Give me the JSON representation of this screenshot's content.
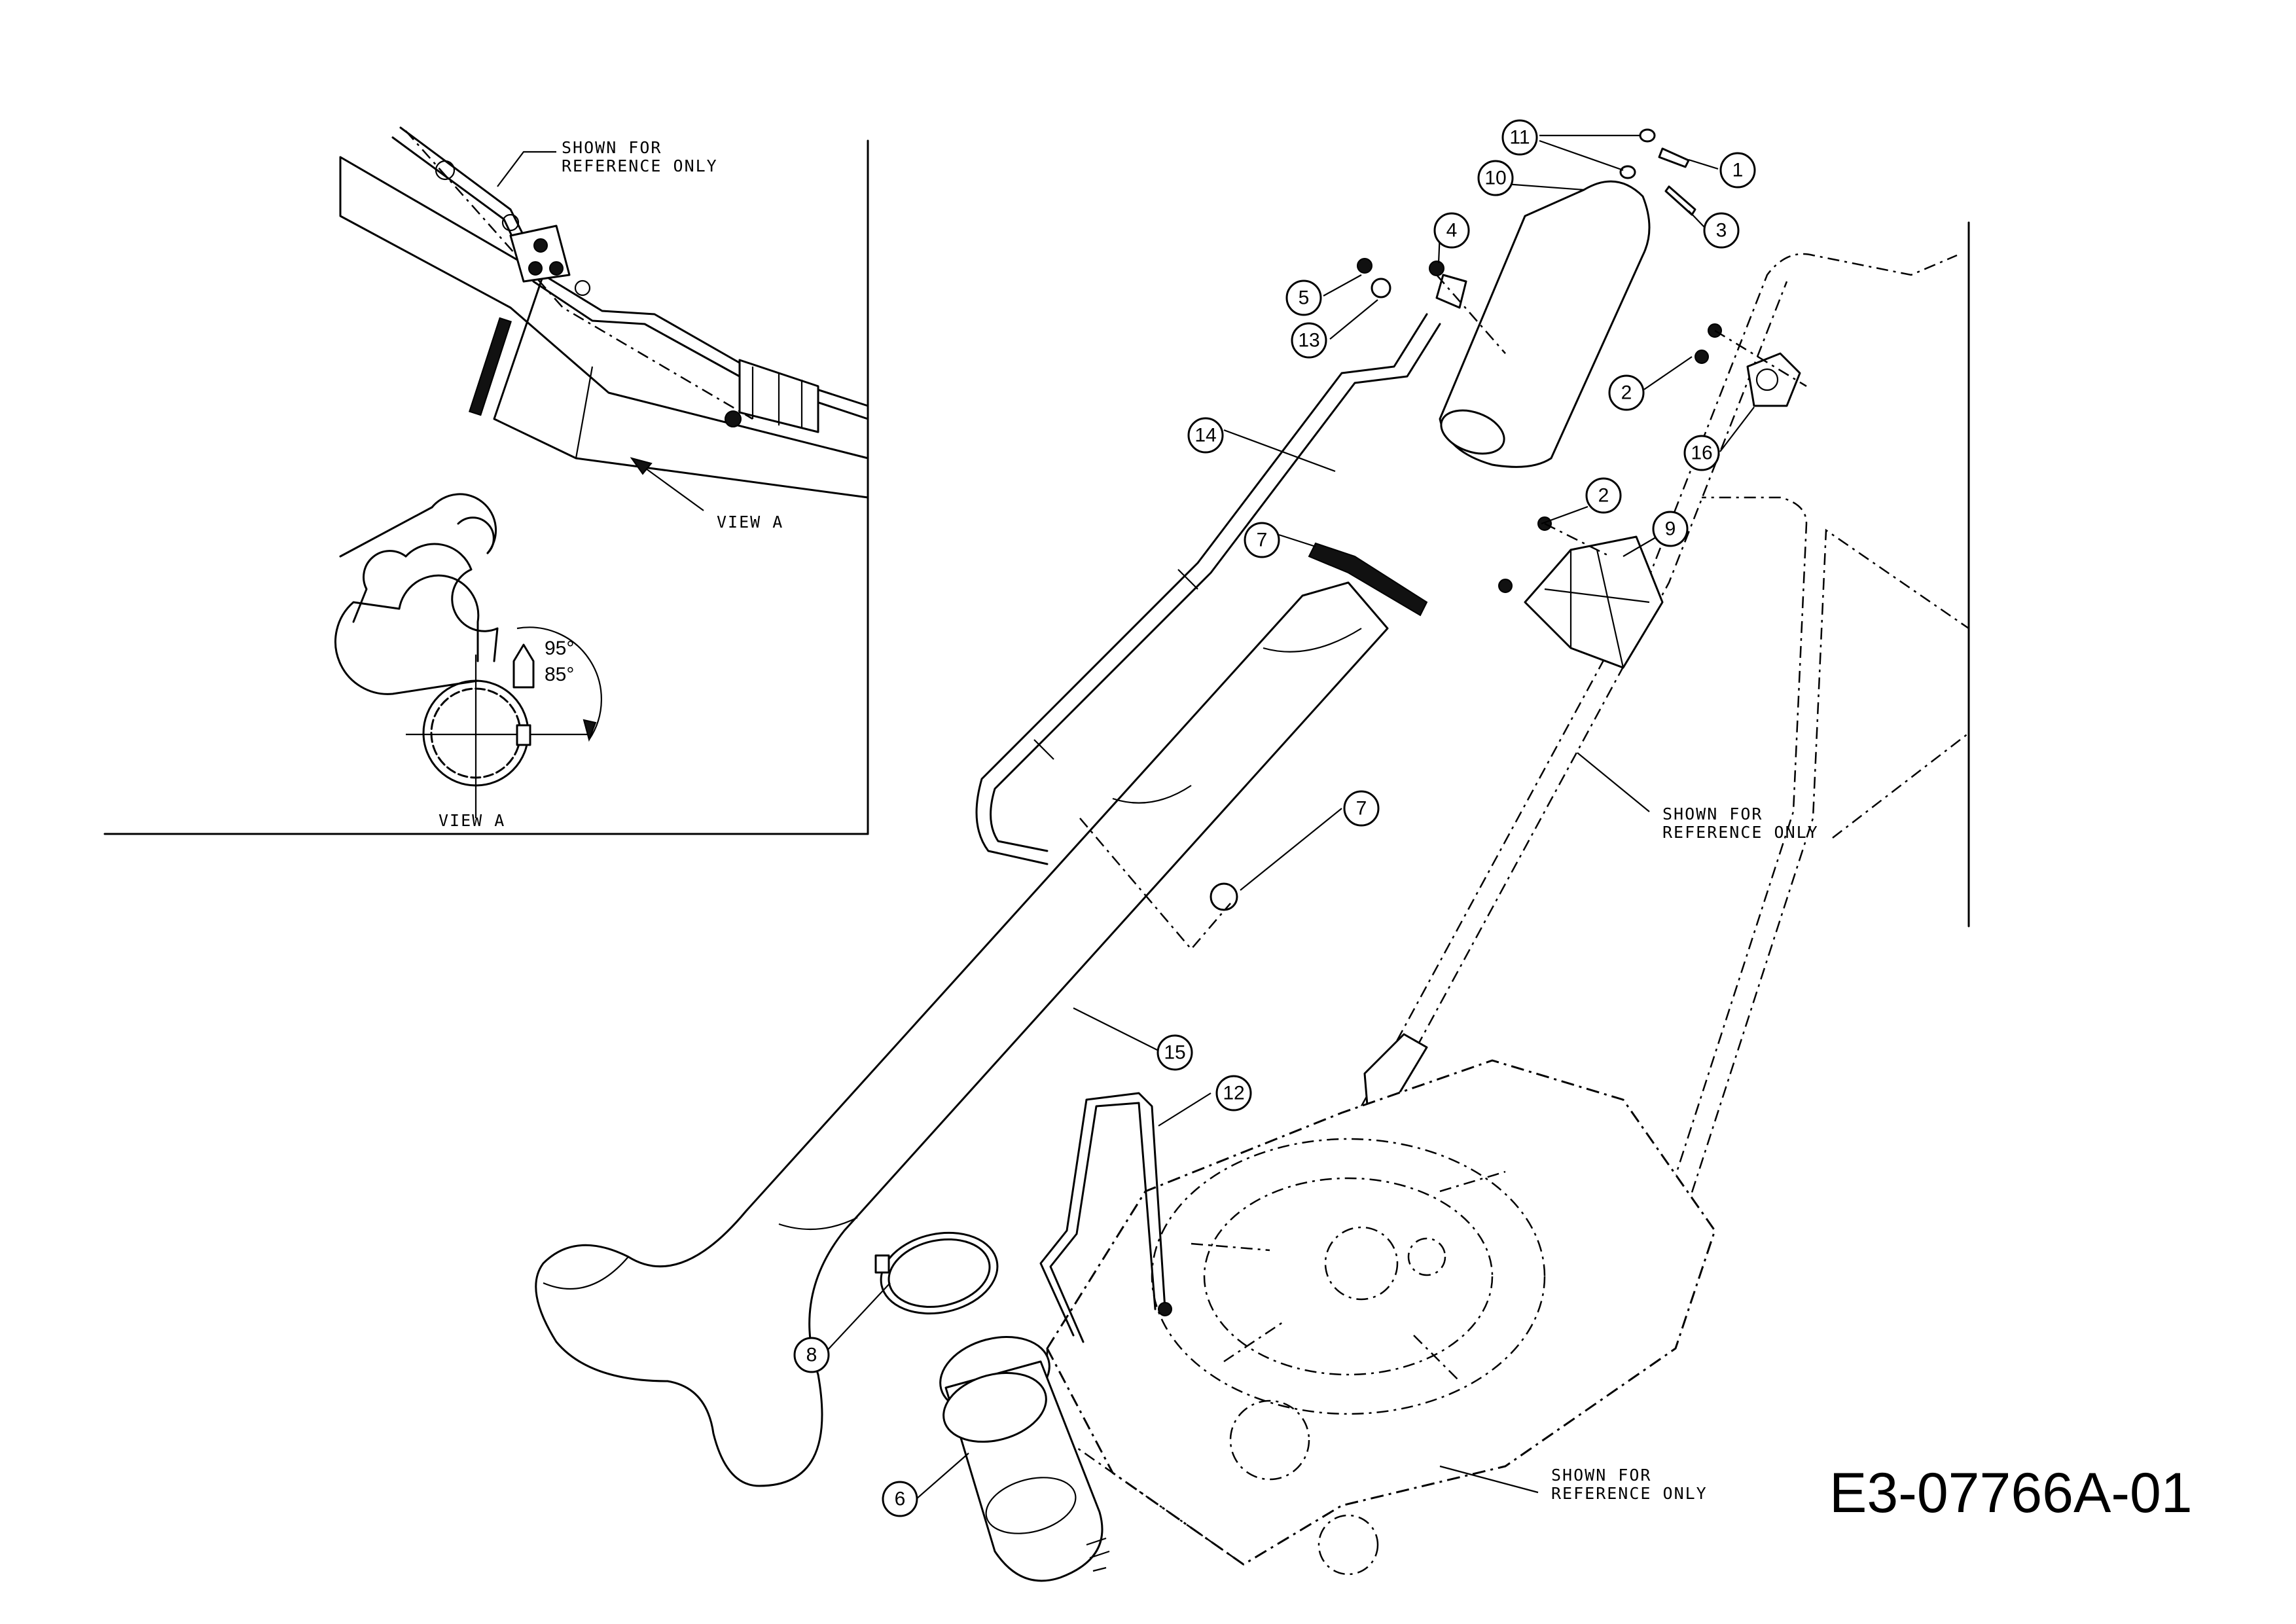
{
  "document_id": "E3-07766A-01",
  "notes": {
    "inset_reference": [
      "SHOWN FOR",
      "REFERENCE ONLY"
    ],
    "handle_reference": [
      "SHOWN FOR",
      "REFERENCE ONLY"
    ],
    "deck_reference": [
      "SHOWN FOR",
      "REFERENCE ONLY"
    ]
  },
  "inset": {
    "view_label_arrow": "VIEW A",
    "view_label_detail": "VIEW A",
    "angle_upper": "95°",
    "angle_lower": "85°"
  },
  "callouts": [
    {
      "id": "c1",
      "label": "1"
    },
    {
      "id": "c2a",
      "label": "2"
    },
    {
      "id": "c2b",
      "label": "2"
    },
    {
      "id": "c3",
      "label": "3"
    },
    {
      "id": "c4",
      "label": "4"
    },
    {
      "id": "c5",
      "label": "5"
    },
    {
      "id": "c6",
      "label": "6"
    },
    {
      "id": "c7a",
      "label": "7"
    },
    {
      "id": "c7b",
      "label": "7"
    },
    {
      "id": "c8",
      "label": "8"
    },
    {
      "id": "c9",
      "label": "9"
    },
    {
      "id": "c10",
      "label": "10"
    },
    {
      "id": "c11",
      "label": "11"
    },
    {
      "id": "c12",
      "label": "12"
    },
    {
      "id": "c13",
      "label": "13"
    },
    {
      "id": "c14",
      "label": "14"
    },
    {
      "id": "c15",
      "label": "15"
    },
    {
      "id": "c16",
      "label": "16"
    }
  ]
}
